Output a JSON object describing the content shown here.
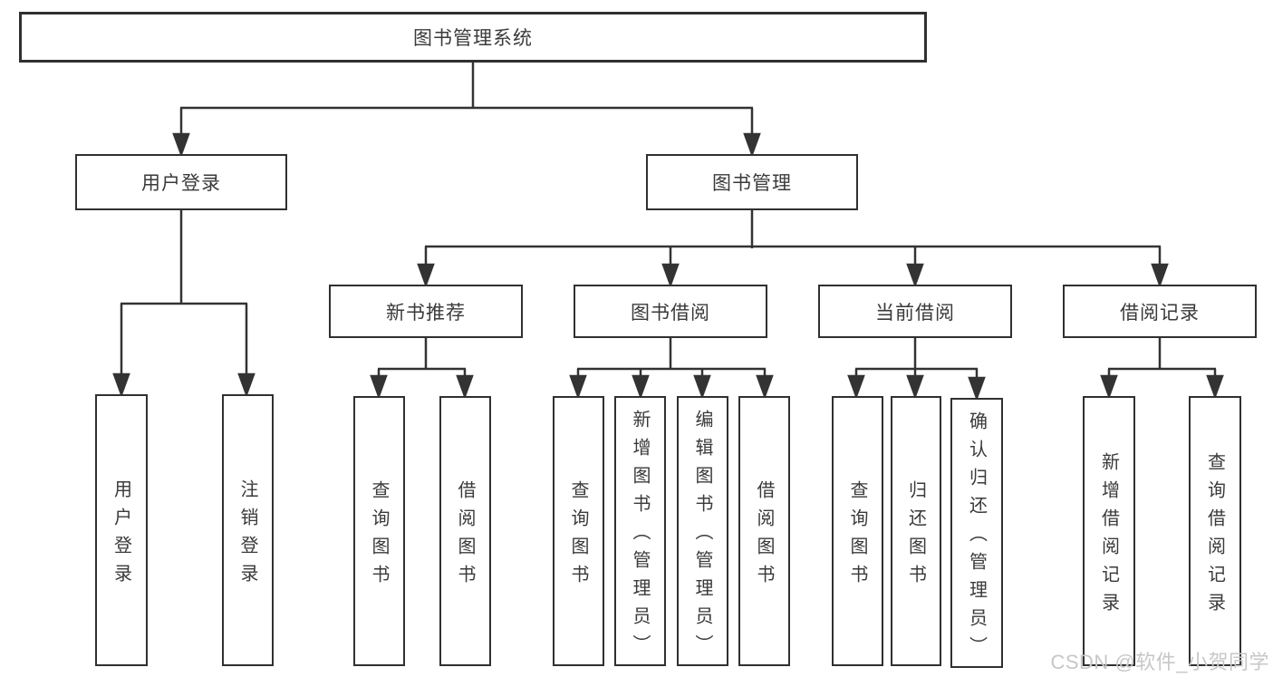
{
  "diagram": {
    "root": {
      "label": "图书管理系统"
    },
    "level2": [
      {
        "label": "用户登录"
      },
      {
        "label": "图书管理"
      }
    ],
    "level3": [
      {
        "label": "新书推荐"
      },
      {
        "label": "图书借阅"
      },
      {
        "label": "当前借阅"
      },
      {
        "label": "借阅记录"
      }
    ],
    "leaves": {
      "login": [
        "用户登录",
        "注销登录"
      ],
      "recommend": [
        "查询图书",
        "借阅图书"
      ],
      "borrow": [
        "查询图书",
        "新增图书（管理员）",
        "编辑图书（管理员）",
        "借阅图书"
      ],
      "current": [
        "查询图书",
        "归还图书",
        "确认归还（管理员）"
      ],
      "record": [
        "新增借阅记录",
        "查询借阅记录"
      ]
    }
  },
  "watermark": {
    "text": "CSDN @软件_小贺同学"
  },
  "colors": {
    "line": "#333333",
    "box_border": "#303030",
    "text": "#3a3a3a",
    "watermark": "#c7c7c7",
    "background": "#ffffff"
  }
}
